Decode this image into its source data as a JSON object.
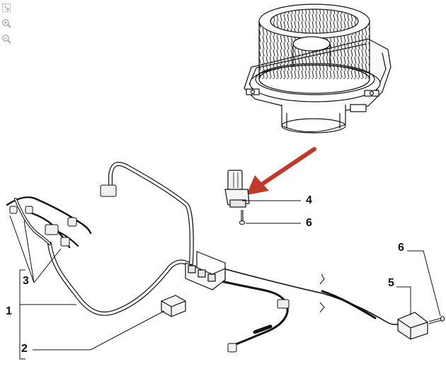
{
  "toolbar": {
    "icons": [
      "fit-page-icon",
      "zoom-in-icon",
      "zoom-out-icon"
    ]
  },
  "diagram": {
    "callouts": [
      {
        "id": "c4",
        "label": "4"
      },
      {
        "id": "c6a",
        "label": "6"
      },
      {
        "id": "c6b",
        "label": "6"
      },
      {
        "id": "c5",
        "label": "5"
      },
      {
        "id": "c3",
        "label": "3"
      },
      {
        "id": "c1",
        "label": "1"
      },
      {
        "id": "c2",
        "label": "2"
      }
    ],
    "colors": {
      "line": "#111111",
      "arrow": "#c0392b",
      "part_fill": "#f4f4f4"
    }
  }
}
